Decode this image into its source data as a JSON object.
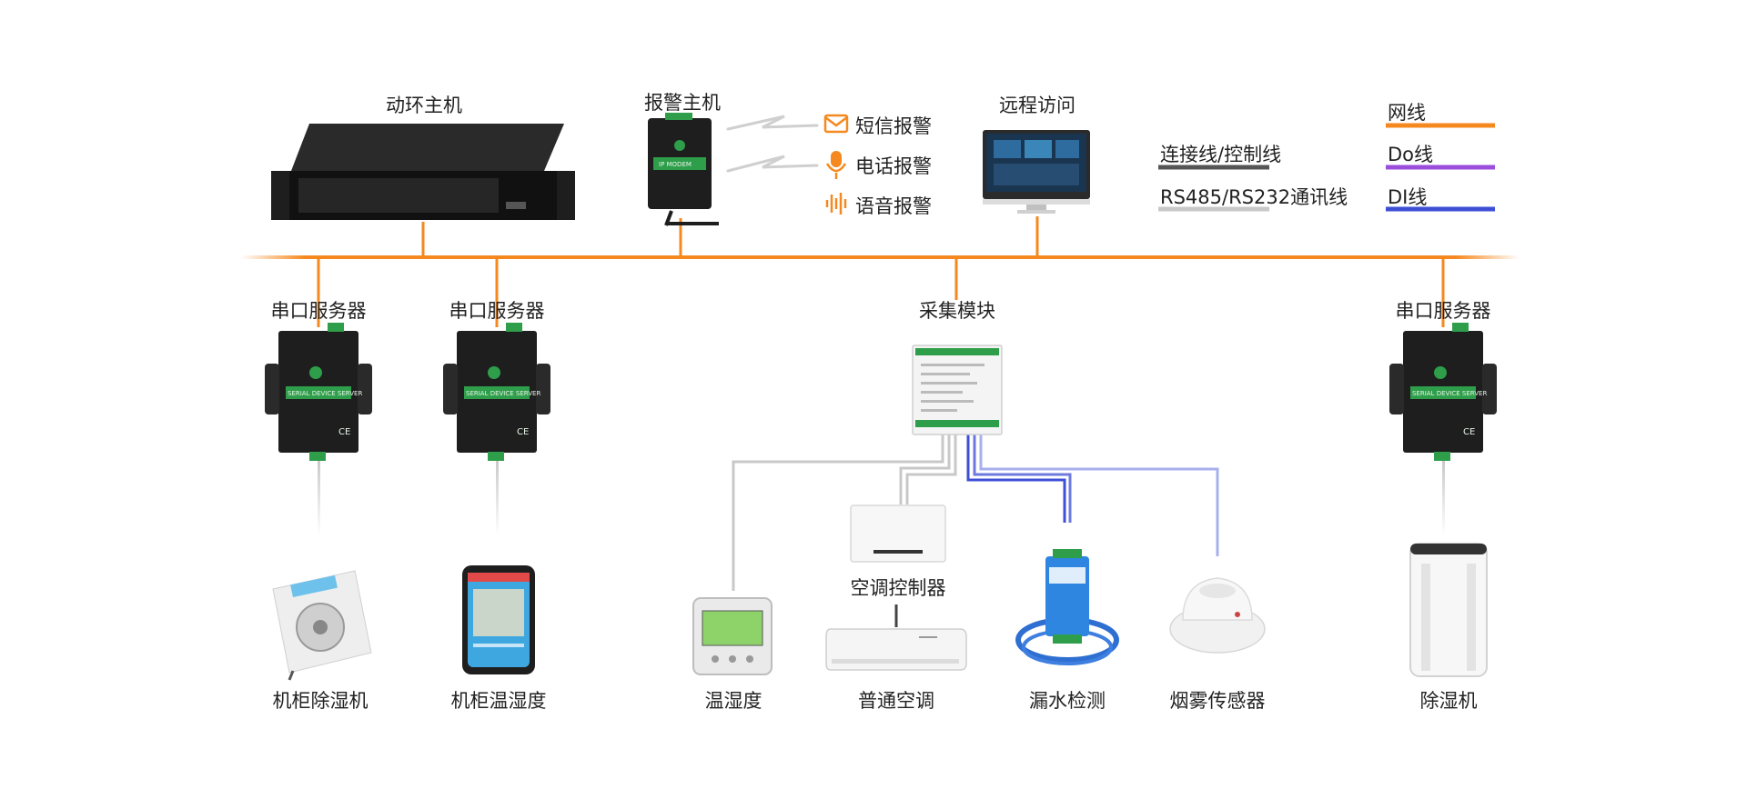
{
  "hosts": {
    "dynamic_host": "动环主机",
    "alarm_host": "报警主机",
    "remote_access": "远程访问"
  },
  "alarms": {
    "sms": "短信报警",
    "phone": "电话报警",
    "voice": "语音报警"
  },
  "modules": {
    "serial_server_1": "串口服务器",
    "serial_server_2": "串口服务器",
    "serial_server_3": "串口服务器",
    "collector": "采集模块"
  },
  "devices": {
    "cabinet_dehumidifier": "机柜除湿机",
    "cabinet_temp_humidity": "机柜温湿度",
    "temp_humidity": "温湿度",
    "ac_controller": "空调控制器",
    "normal_ac": "普通空调",
    "water_leak": "漏水检测",
    "smoke_sensor": "烟雾传感器",
    "dehumidifier": "除湿机"
  },
  "legend": {
    "network": "网线",
    "connection_control": "连接线/控制线",
    "do_line": "Do线",
    "rs485": "RS485/RS232通讯线",
    "di_line": "DI线"
  },
  "device_text": {
    "modem": "IP MODEM",
    "serial_device_server": "SERIAL DEVICE SERVER",
    "ce": "CE"
  },
  "colors": {
    "network": "#f5891f",
    "connection_control": "#555555",
    "do_line": "#9b4ddb",
    "rs485": "#c8c8c8",
    "di_line": "#3e4fd6",
    "device_green": "#2e9e4a",
    "device_dark": "#1e1e1e"
  }
}
